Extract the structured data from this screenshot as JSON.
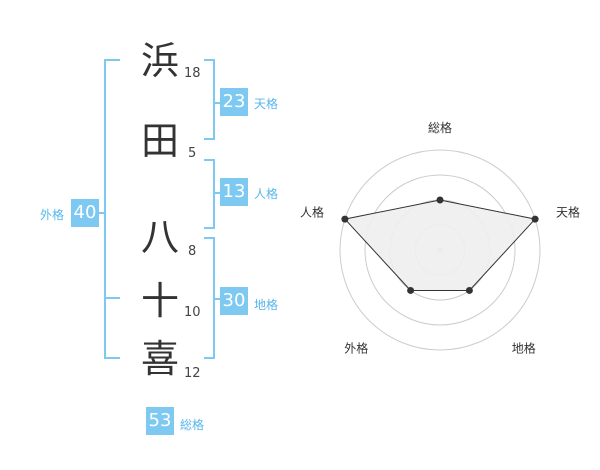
{
  "name": {
    "characters": [
      {
        "char": "浜",
        "strokes": "18"
      },
      {
        "char": "田",
        "strokes": "5"
      },
      {
        "char": "八",
        "strokes": "8"
      },
      {
        "char": "十",
        "strokes": "10"
      },
      {
        "char": "喜",
        "strokes": "12"
      }
    ]
  },
  "fortune": {
    "tenkaku": {
      "value": "23",
      "label": "天格"
    },
    "jinkaku": {
      "value": "13",
      "label": "人格"
    },
    "chikaku": {
      "value": "30",
      "label": "地格"
    },
    "gaikaku": {
      "value": "40",
      "label": "外格"
    },
    "soukaku": {
      "value": "53",
      "label": "総格"
    }
  },
  "colors": {
    "accent": "#7dc9f2",
    "accent_text": "#57b6ec",
    "radar_fill": "#eeeeee",
    "radar_line": "#333333",
    "grid": "#cccccc"
  },
  "chart_data": {
    "type": "radar",
    "axes": [
      "総格",
      "天格",
      "地格",
      "外格",
      "人格"
    ],
    "values": [
      2,
      4,
      2,
      2,
      4
    ],
    "max": 4,
    "rings": 4
  }
}
